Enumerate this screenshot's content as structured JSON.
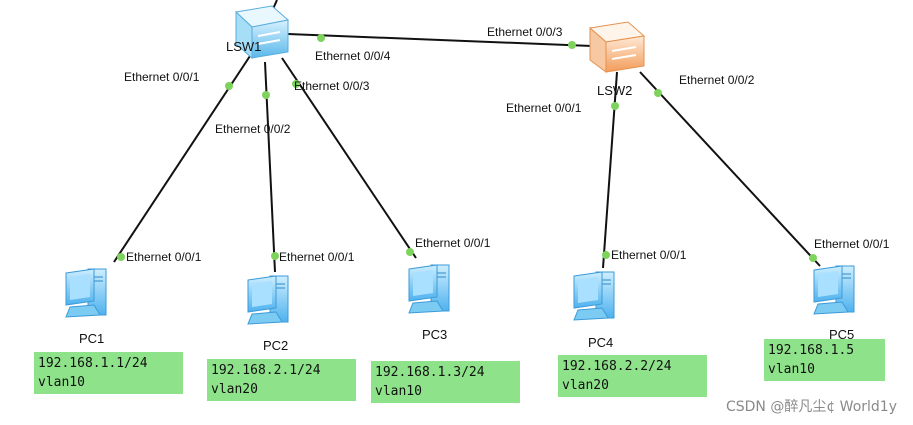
{
  "colors": {
    "link": "#111111",
    "port_dot": "#7dd35c",
    "note_bg": "#8ee38a",
    "switch1": "#7ccbf2",
    "switch2": "#f7b681",
    "pc": "#6fc3f3"
  },
  "switches": [
    {
      "id": "lsw1",
      "label": "LSW1"
    },
    {
      "id": "lsw2",
      "label": "LSW2"
    }
  ],
  "ports": {
    "lsw1_to_pc1": "Ethernet 0/0/1",
    "lsw1_to_pc2": "Ethernet 0/0/2",
    "lsw1_to_pc3": "Ethernet 0/0/3",
    "lsw1_to_lsw2": "Ethernet 0/0/4",
    "lsw2_to_lsw1": "Ethernet 0/0/3",
    "lsw2_to_pc4": "Ethernet 0/0/1",
    "lsw2_to_pc5": "Ethernet 0/0/2",
    "pc1_port": "Ethernet 0/0/1",
    "pc2_port": "Ethernet 0/0/1",
    "pc3_port": "Ethernet 0/0/1",
    "pc4_port": "Ethernet 0/0/1",
    "pc5_port": "Ethernet 0/0/1"
  },
  "pcs": [
    {
      "label": "PC1",
      "ip": "192.168.1.1/24",
      "vlan": "vlan10"
    },
    {
      "label": "PC2",
      "ip": "192.168.2.1/24",
      "vlan": "vlan20"
    },
    {
      "label": "PC3",
      "ip": "192.168.1.3/24",
      "vlan": "vlan10"
    },
    {
      "label": "PC4",
      "ip": "192.168.2.2/24",
      "vlan": "vlan20"
    },
    {
      "label": "PC5",
      "ip": "192.168.1.5",
      "vlan": "vlan10"
    }
  ],
  "watermark": "CSDN @醉凡尘¢ World1y"
}
